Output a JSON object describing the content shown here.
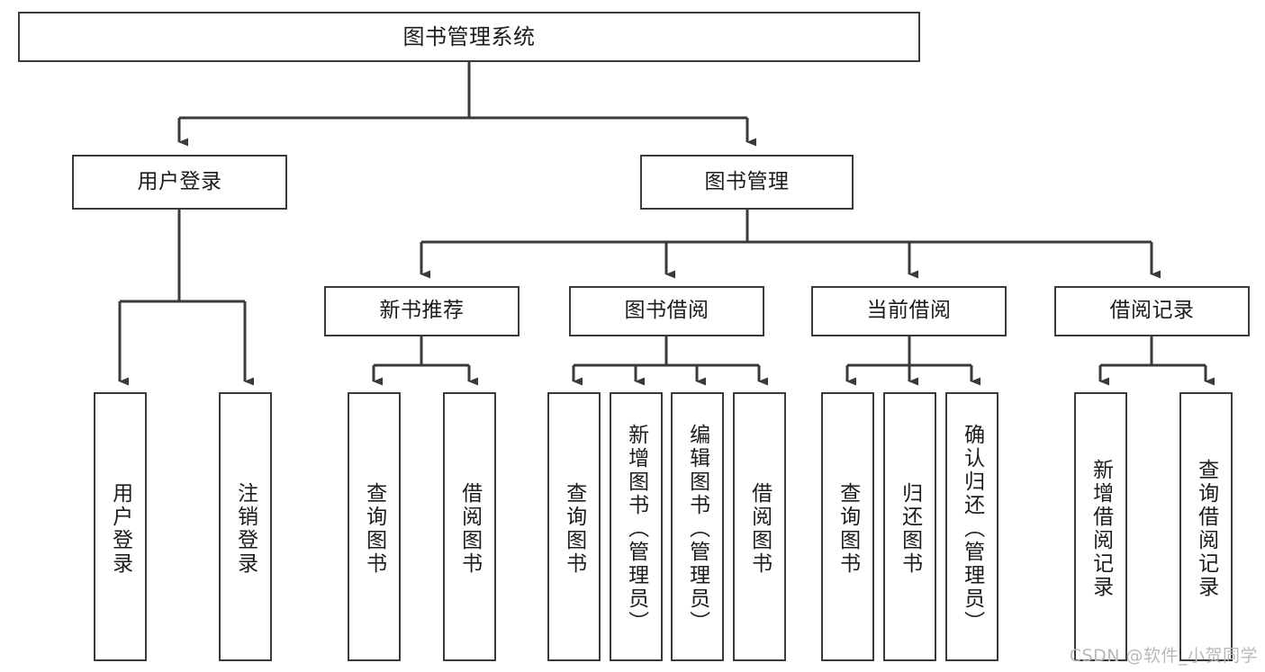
{
  "diagram": {
    "type": "tree-hierarchy-chart",
    "title": "图书管理系统",
    "stroke_color": "#3a3a3a",
    "background_color": "#ffffff",
    "text_color": "#1c1c1c",
    "nodes": {
      "root": {
        "label": "图书管理系统",
        "level": 1
      },
      "l2_0": {
        "label": "用户登录",
        "level": 2
      },
      "l2_1": {
        "label": "图书管理",
        "level": 2
      },
      "l3_0": {
        "label": "新书推荐",
        "level": 3
      },
      "l3_1": {
        "label": "图书借阅",
        "level": 3
      },
      "l3_2": {
        "label": "当前借阅",
        "level": 3
      },
      "l3_3": {
        "label": "借阅记录",
        "level": 3
      },
      "l4_0": {
        "label": "用户登录",
        "level": 4
      },
      "l4_1": {
        "label": "注销登录",
        "level": 4
      },
      "l4_2": {
        "label": "查询图书",
        "level": 4
      },
      "l4_3": {
        "label": "借阅图书",
        "level": 4
      },
      "l4_4": {
        "label": "查询图书",
        "level": 4
      },
      "l4_5": {
        "label": "新增图书（管理员）",
        "level": 4
      },
      "l4_6": {
        "label": "编辑图书（管理员）",
        "level": 4
      },
      "l4_7": {
        "label": "借阅图书",
        "level": 4
      },
      "l4_8": {
        "label": "查询图书",
        "level": 4
      },
      "l4_9": {
        "label": "归还图书",
        "level": 4
      },
      "l4_10": {
        "label": "确认归还（管理员）",
        "level": 4
      },
      "l4_11": {
        "label": "新增借阅记录",
        "level": 4
      },
      "l4_12": {
        "label": "查询借阅记录",
        "level": 4
      }
    },
    "edges": [
      {
        "from": "root",
        "to": "l2_0"
      },
      {
        "from": "root",
        "to": "l2_1"
      },
      {
        "from": "l2_1",
        "to": "l3_0"
      },
      {
        "from": "l2_1",
        "to": "l3_1"
      },
      {
        "from": "l2_1",
        "to": "l3_2"
      },
      {
        "from": "l2_1",
        "to": "l3_3"
      },
      {
        "from": "l2_0",
        "to": "l4_0"
      },
      {
        "from": "l2_0",
        "to": "l4_1"
      },
      {
        "from": "l3_0",
        "to": "l4_2"
      },
      {
        "from": "l3_0",
        "to": "l4_3"
      },
      {
        "from": "l3_1",
        "to": "l4_4"
      },
      {
        "from": "l3_1",
        "to": "l4_5"
      },
      {
        "from": "l3_1",
        "to": "l4_6"
      },
      {
        "from": "l3_1",
        "to": "l4_7"
      },
      {
        "from": "l3_2",
        "to": "l4_8"
      },
      {
        "from": "l3_2",
        "to": "l4_9"
      },
      {
        "from": "l3_2",
        "to": "l4_10"
      },
      {
        "from": "l3_3",
        "to": "l4_11"
      },
      {
        "from": "l3_3",
        "to": "l4_12"
      }
    ]
  },
  "watermark": {
    "text": "CSDN @软件_小贺同学"
  }
}
